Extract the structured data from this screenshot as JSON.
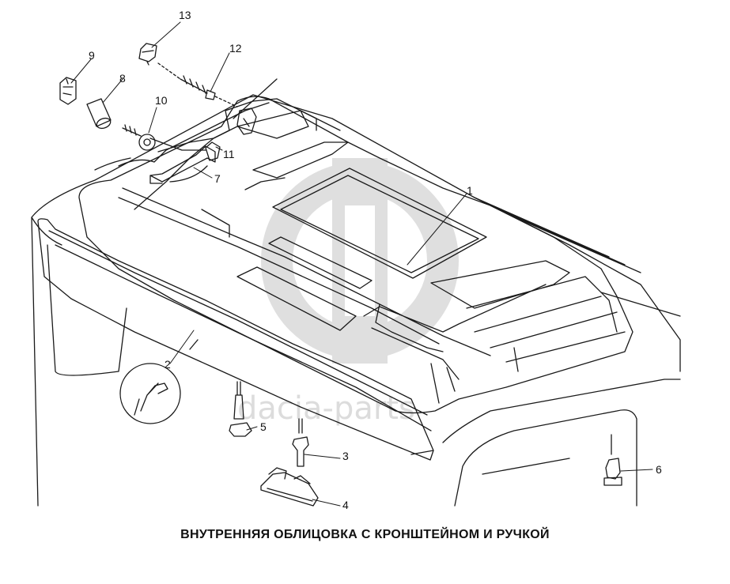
{
  "caption": "ВНУТРЕННЯЯ ОБЛИЦОВКА С КРОНШТЕЙНОМ И РУЧКОЙ",
  "watermark": {
    "text": "dacia-parts",
    "color": "#d4d4d4"
  },
  "callouts": [
    {
      "id": "1",
      "part": "headliner-panel"
    },
    {
      "id": "2",
      "part": "front-trim-strip"
    },
    {
      "id": "3",
      "part": "push-clip"
    },
    {
      "id": "4",
      "part": "lamp-bracket"
    },
    {
      "id": "5",
      "part": "plastic-rivet"
    },
    {
      "id": "6",
      "part": "rear-clip"
    },
    {
      "id": "7",
      "part": "grab-handle"
    },
    {
      "id": "8",
      "part": "spacer-bushing"
    },
    {
      "id": "9",
      "part": "clip-nut"
    },
    {
      "id": "10",
      "part": "screw"
    },
    {
      "id": "11",
      "part": "hook"
    },
    {
      "id": "12",
      "part": "long-screw"
    },
    {
      "id": "13",
      "part": "retainer-clip"
    }
  ],
  "colors": {
    "line": "#1a1a1a",
    "watermark": "#d4d4d4"
  }
}
